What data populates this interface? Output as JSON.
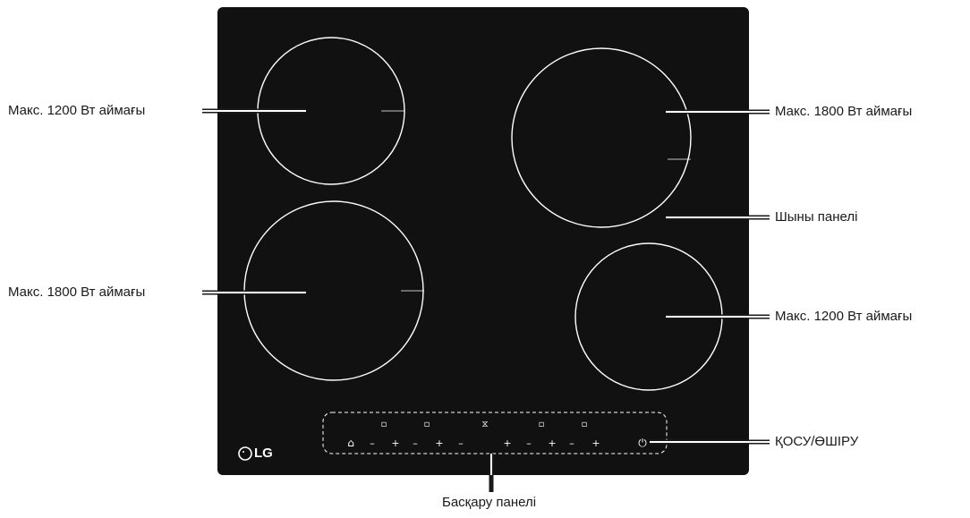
{
  "labels": {
    "zone_top_left": "Макс. 1200 Вт аймағы",
    "zone_top_right": "Макс. 1800 Вт аймағы",
    "glass_panel": "Шыны панелі",
    "zone_bottom_left": "Макс. 1800 Вт аймағы",
    "zone_bottom_right": "Макс. 1200 Вт аймағы",
    "power": "ҚОСУ/ӨШІРУ",
    "control_panel": "Басқару панелі"
  },
  "brand": {
    "logo": "LG"
  },
  "controls": {
    "minus": "–",
    "plus": "+",
    "timer_glyph": "⧖",
    "lock_glyph": "⌂",
    "power_glyph": "⏻",
    "zone_glyph": "▫"
  },
  "colors": {
    "cooktop": "#111111",
    "zone_ring": "#ffffff",
    "leader": "#1a1a1a"
  }
}
